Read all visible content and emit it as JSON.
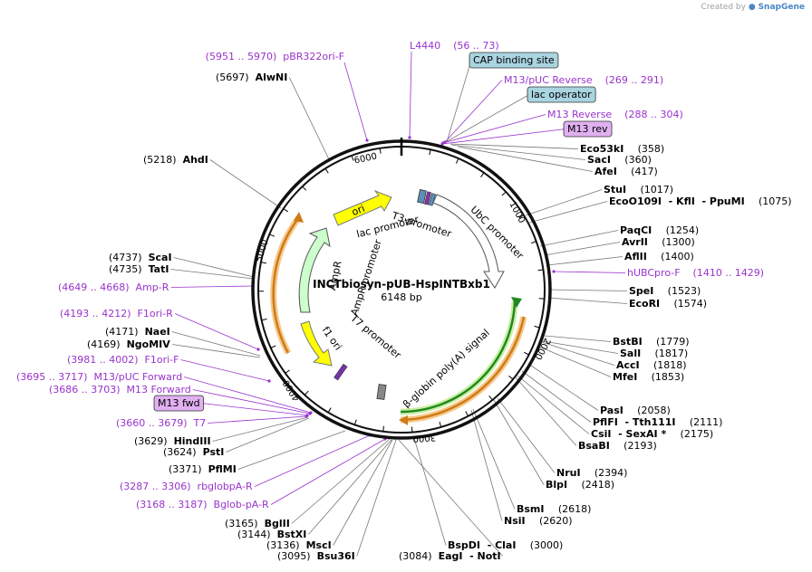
{
  "credit": {
    "prefix": "Created by",
    "brand": "SnapGene"
  },
  "plasmid": {
    "name": "INCTbiosyn-pUB-HspINTBxb1",
    "length": "6148 bp"
  },
  "ticks": [
    "1000",
    "2000",
    "3000",
    "4000",
    "5000",
    "6000"
  ],
  "colors": {
    "primer": "#9933cc",
    "boxFeature": "#a9d4e0",
    "boxPrimer": "#e0b0f0",
    "ori": "#ffff00",
    "ampr": "#ccffcc",
    "orange": "#f0a040",
    "green": "#33aa33"
  },
  "inner_features": [
    "ori",
    "lac promoter",
    "T3 promoter",
    "UbC promoter",
    "AmpR",
    "AmpR promoter",
    "f1 ori",
    "T7 promoter",
    "β-globin poly(A) signal"
  ],
  "labels": [
    {
      "id": "pbr322",
      "type": "primer",
      "text": "(5951 .. 5970)  pBR322ori-F"
    },
    {
      "id": "l4440",
      "type": "primer",
      "text": "L4440    (56 .. 73)"
    },
    {
      "id": "cap",
      "type": "box-feature",
      "text": "CAP binding site"
    },
    {
      "id": "m13puc_rev",
      "type": "primer",
      "text": "M13/pUC Reverse    (269 .. 291)"
    },
    {
      "id": "lacop",
      "type": "box-feature",
      "text": "lac operator"
    },
    {
      "id": "m13_reverse",
      "type": "primer",
      "text": "M13 Reverse    (288 .. 304)"
    },
    {
      "id": "m13rev_box",
      "type": "box-primer",
      "text": "M13 rev"
    },
    {
      "id": "alwni",
      "type": "site",
      "pos": "(5697)",
      "name": "AlwNI"
    },
    {
      "id": "eco53ki",
      "type": "site",
      "name": "Eco53kI",
      "pos": "(358)"
    },
    {
      "id": "saci",
      "type": "site",
      "name": "SacI",
      "pos": "(360)"
    },
    {
      "id": "afei",
      "type": "site",
      "name": "AfeI",
      "pos": "(417)"
    },
    {
      "id": "ahdi",
      "type": "site",
      "pos": "(5218)",
      "name": "AhdI"
    },
    {
      "id": "stui",
      "type": "site",
      "name": "StuI",
      "pos": "(1017)"
    },
    {
      "id": "eco0109i",
      "type": "site",
      "name": "EcoO109I  - KflI  - PpuMI",
      "pos": "(1075)"
    },
    {
      "id": "paqci",
      "type": "site",
      "name": "PaqCI",
      "pos": "(1254)"
    },
    {
      "id": "avrii",
      "type": "site",
      "name": "AvrII",
      "pos": "(1300)"
    },
    {
      "id": "aflii",
      "type": "site",
      "name": "AflII",
      "pos": "(1400)"
    },
    {
      "id": "hubcpro",
      "type": "primer",
      "text": "hUBCpro-F    (1410 .. 1429)"
    },
    {
      "id": "scai",
      "type": "site",
      "pos": "(4737)",
      "name": "ScaI"
    },
    {
      "id": "tati",
      "type": "site",
      "pos": "(4735)",
      "name": "TatI"
    },
    {
      "id": "ampr_primer",
      "type": "primer",
      "text": "(4649 .. 4668)  Amp-R"
    },
    {
      "id": "spei",
      "type": "site",
      "name": "SpeI",
      "pos": "(1523)"
    },
    {
      "id": "ecori",
      "type": "site",
      "name": "EcoRI",
      "pos": "(1574)"
    },
    {
      "id": "f1ori_r",
      "type": "primer",
      "text": "(4193 .. 4212)  F1ori-R"
    },
    {
      "id": "naei",
      "type": "site",
      "pos": "(4171)",
      "name": "NaeI"
    },
    {
      "id": "ngomiv",
      "type": "site",
      "pos": "(4169)",
      "name": "NgoMIV"
    },
    {
      "id": "bstbi",
      "type": "site",
      "name": "BstBI",
      "pos": "(1779)"
    },
    {
      "id": "sali",
      "type": "site",
      "name": "SalI",
      "pos": "(1817)"
    },
    {
      "id": "f1ori_f",
      "type": "primer",
      "text": "(3981 .. 4002)  F1ori-F"
    },
    {
      "id": "acci",
      "type": "site",
      "name": "AccI",
      "pos": "(1818)"
    },
    {
      "id": "mfei",
      "type": "site",
      "name": "MfeI",
      "pos": "(1853)"
    },
    {
      "id": "m13puc_fwd",
      "type": "primer",
      "text": "(3695 .. 3717)  M13/pUC Forward"
    },
    {
      "id": "m13_forward",
      "type": "primer",
      "text": "(3686 .. 3703)  M13 Forward"
    },
    {
      "id": "pasi",
      "type": "site",
      "name": "PasI",
      "pos": "(2058)"
    },
    {
      "id": "m13fwd_box",
      "type": "box-primer",
      "text": "M13 fwd"
    },
    {
      "id": "pflfi",
      "type": "site",
      "name": "PflFI  - Tth111I",
      "pos": "(2111)"
    },
    {
      "id": "t7_primer",
      "type": "primer",
      "text": "(3660 .. 3679)  T7"
    },
    {
      "id": "csii",
      "type": "site",
      "name": "CsiI  - SexAI *",
      "pos": "(2175)"
    },
    {
      "id": "hindiii",
      "type": "site",
      "pos": "(3629)",
      "name": "HindIII"
    },
    {
      "id": "bsabi",
      "type": "site",
      "name": "BsaBI",
      "pos": "(2193)"
    },
    {
      "id": "psti",
      "type": "site",
      "pos": "(3624)",
      "name": "PstI"
    },
    {
      "id": "pflmi",
      "type": "site",
      "pos": "(3371)",
      "name": "PflMI"
    },
    {
      "id": "nrui",
      "type": "site",
      "name": "NruI",
      "pos": "(2394)"
    },
    {
      "id": "blpi",
      "type": "site",
      "name": "BlpI",
      "pos": "(2418)"
    },
    {
      "id": "rbglob",
      "type": "primer",
      "text": "(3287 .. 3306)  rbglobpA-R"
    },
    {
      "id": "bglob",
      "type": "primer",
      "text": "(3168 .. 3187)  Bglob-pA-R"
    },
    {
      "id": "bsmi",
      "type": "site",
      "name": "BsmI",
      "pos": "(2618)"
    },
    {
      "id": "nsii",
      "type": "site",
      "name": "NsiI",
      "pos": "(2620)"
    },
    {
      "id": "bglii",
      "type": "site",
      "pos": "(3165)",
      "name": "BglII"
    },
    {
      "id": "bstxi",
      "type": "site",
      "pos": "(3144)",
      "name": "BstXI"
    },
    {
      "id": "bspdi",
      "type": "site",
      "name": "BspDI  - ClaI",
      "pos": "(3000)"
    },
    {
      "id": "msci",
      "type": "site",
      "pos": "(3136)",
      "name": "MscI"
    },
    {
      "id": "bsu36i",
      "type": "site",
      "pos": "(3095)",
      "name": "Bsu36I"
    },
    {
      "id": "eagi",
      "type": "site",
      "name": "EagI  - NotI",
      "pos": "(3084)"
    }
  ]
}
